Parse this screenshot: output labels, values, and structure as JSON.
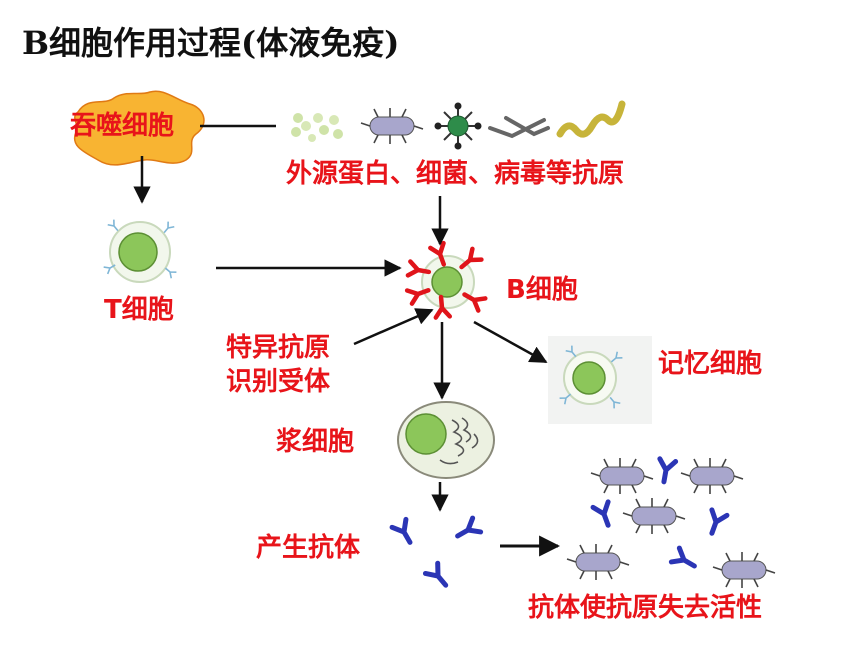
{
  "title": "B细胞作用过程(体液免疫)",
  "labels": {
    "phagocyte": "吞噬细胞",
    "antigens": "外源蛋白、细菌、病毒等抗原",
    "t_cell": "T细胞",
    "b_cell": "B细胞",
    "receptor_line1": "特异抗原",
    "receptor_line2": "识别受体",
    "memory_cell": "记忆细胞",
    "plasma_cell": "浆细胞",
    "produce_antibody": "产生抗体",
    "inactivate": "抗体使抗原失去活性"
  },
  "colors": {
    "label_red": "#e8141a",
    "title_black": "#111111",
    "antibody_blue": "#2b35b5",
    "receptor_red": "#e0141a",
    "cell_nucleus": "#8cc65a",
    "phagocyte_fill": "#f8b432",
    "bacteria_fill": "#a8a6cc"
  },
  "icons": [
    "phagocyte-blob",
    "protein-dots",
    "bacterium",
    "virus",
    "rod-bacteria",
    "spirochete",
    "antibody-y",
    "plasma-organelles"
  ]
}
